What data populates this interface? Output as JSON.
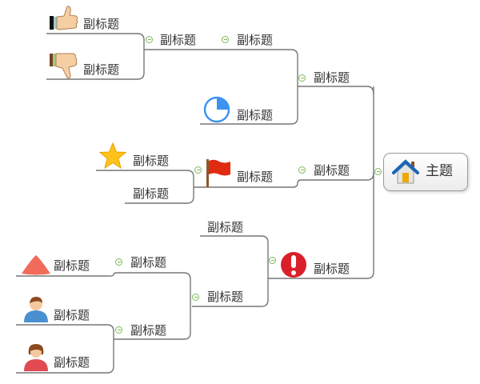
{
  "root": {
    "label": "主题",
    "icon": "house-icon"
  },
  "nodes": {
    "b1": "副标题",
    "b1a": "副标题",
    "b1a1": "副标题",
    "b1a2": "副标题",
    "b1b": "副标题",
    "b2": "副标题",
    "b2a": "副标题",
    "b2a1": "副标题",
    "b2a2": "副标题",
    "b3": "副标题",
    "b3a": "副标题",
    "b3b": "副标题",
    "b3b1": "副标题",
    "b3b1a": "副标题",
    "b3b2": "副标题",
    "b3b2a": "副标题",
    "b3b2b": "副标题"
  },
  "colors": {
    "line": "#777777",
    "collapse": "#7cb85a"
  }
}
